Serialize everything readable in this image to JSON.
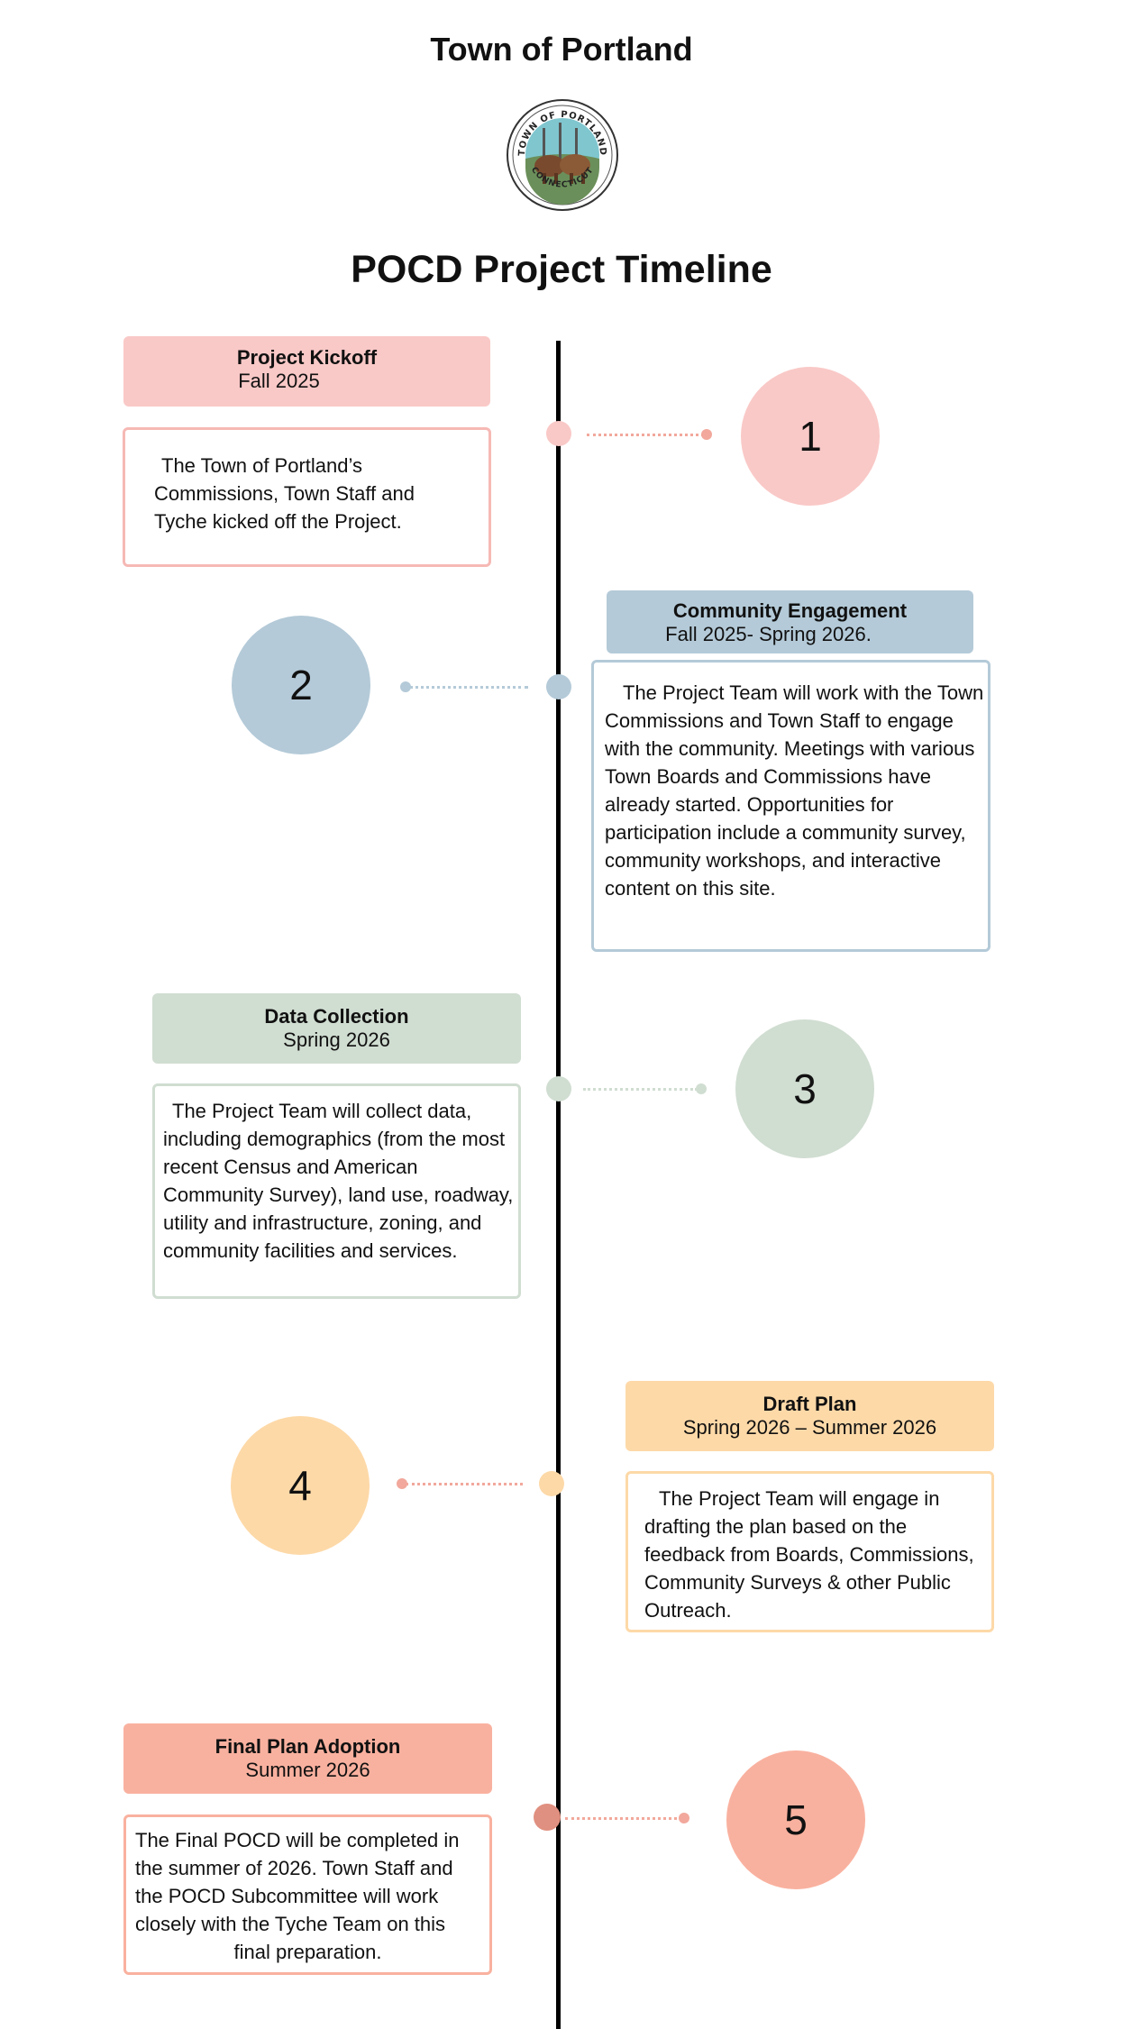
{
  "header": {
    "town": "Town of Portland",
    "seal_text_top": "TOWN OF PORTLAND",
    "seal_text_bottom": "CONNECTICUT",
    "title": "POCD Project Timeline"
  },
  "colors": {
    "pink": "#f9c9c7",
    "blue": "#b4cad8",
    "sage": "#d0ddd1",
    "peach": "#fdd9a8",
    "salmon": "#f9b19f",
    "axis": "#000000"
  },
  "milestones": [
    {
      "number": "1",
      "title": "Project Kickoff",
      "date": "Fall 2025",
      "description": "The Town of Portland’s Commissions,  Town Staff and Tyche kicked off the Project."
    },
    {
      "number": "2",
      "title": "Community Engagement",
      "date": "Fall 2025- Spring 2026.",
      "description": "The Project Team will work with the Town Commissions and Town Staff to engage with the community. Meetings with various Town Boards and Commissions have already started. Opportunities for participation include a community survey, community workshops, and interactive content on this site."
    },
    {
      "number": "3",
      "title": "Data Collection",
      "date": "Spring 2026",
      "description": "The Project Team will collect data, including demographics (from the most recent Census and American Community Survey), land use, roadway, utility and infrastructure, zoning, and community facilities and services."
    },
    {
      "number": "4",
      "title": "Draft Plan",
      "date": "Spring 2026 – Summer 2026",
      "description": "The Project Team will engage in drafting the plan based on the feedback from Boards, Commissions, Community Surveys & other Public Outreach."
    },
    {
      "number": "5",
      "title": "Final Plan Adoption",
      "date": "Summer 2026",
      "description": "The Final POCD will be completed in the summer of 2026. Town Staff and the POCD Subcommittee will work closely with the Tyche Team on this final preparation."
    }
  ]
}
